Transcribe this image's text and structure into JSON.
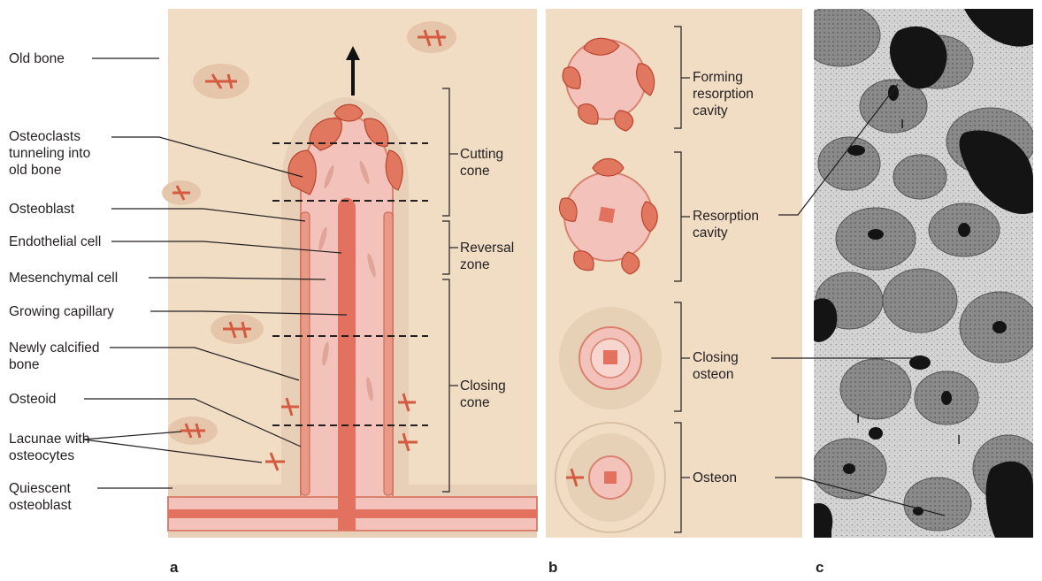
{
  "labels_a": {
    "old_bone": "Old bone",
    "osteoclasts": "Osteoclasts\ntunneling into\nold bone",
    "osteoblast": "Osteoblast",
    "endothelial": "Endothelial cell",
    "mesenchymal": "Mesenchymal cell",
    "capillary": "Growing capillary",
    "newly_calcified": "Newly calcified\nbone",
    "osteoid": "Osteoid",
    "lacunae": "Lacunae with\nosteocytes",
    "quiescent": "Quiescent\nosteoblast",
    "cutting_cone": "Cutting\ncone",
    "reversal_zone": "Reversal\nzone",
    "closing_cone": "Closing\ncone"
  },
  "labels_b": {
    "forming": "Forming\nresorption\ncavity",
    "resorption": "Resorption\ncavity",
    "closing_osteon": "Closing\nosteon",
    "osteon": "Osteon"
  },
  "labels_c": {
    "lamella_marker": "I"
  },
  "panel_letters": {
    "a": "a",
    "b": "b",
    "c": "c"
  },
  "colors": {
    "bone_bg": "#f1dcc4",
    "cell_orange": "#e0775e",
    "cone_pink": "#f3c3bb",
    "capillary": "#e2725f"
  }
}
